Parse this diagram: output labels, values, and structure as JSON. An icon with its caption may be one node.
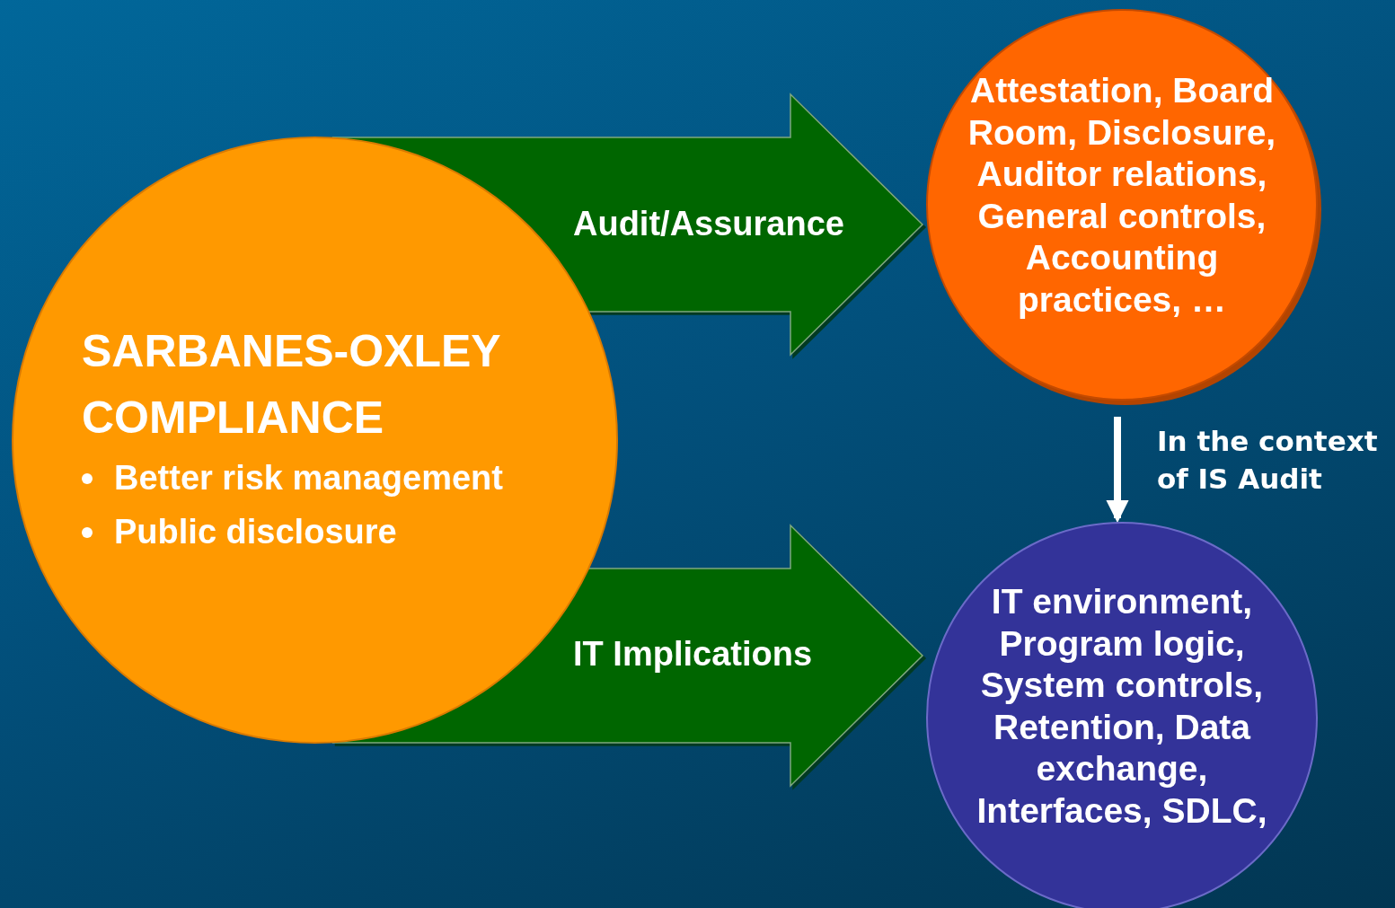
{
  "diagram": {
    "nodes": [
      {
        "text": [
          "SARBANES-OXLEY COMPLIANCE",
          "Better risk management",
          "Public disclosure"
        ]
      },
      {
        "text": [
          "Attestation, Board Room, Disclosure, Auditor relations, General controls, Accounting practices, …"
        ]
      },
      {
        "text": [
          "IT environment, Program logic, System controls, Retention, Data exchange, Interfaces, SDLC,"
        ]
      }
    ],
    "edges": [
      {
        "from": 0,
        "to": 1,
        "arrow": "to",
        "label": "Audit/Assurance",
        "style": "thick"
      },
      {
        "from": 0,
        "to": 2,
        "arrow": "to",
        "label": "IT Implications",
        "style": "thick"
      },
      {
        "from": 1,
        "to": 2,
        "arrow": "to",
        "label": "In the context of IS Audit",
        "color": "#ffffff"
      }
    ]
  }
}
